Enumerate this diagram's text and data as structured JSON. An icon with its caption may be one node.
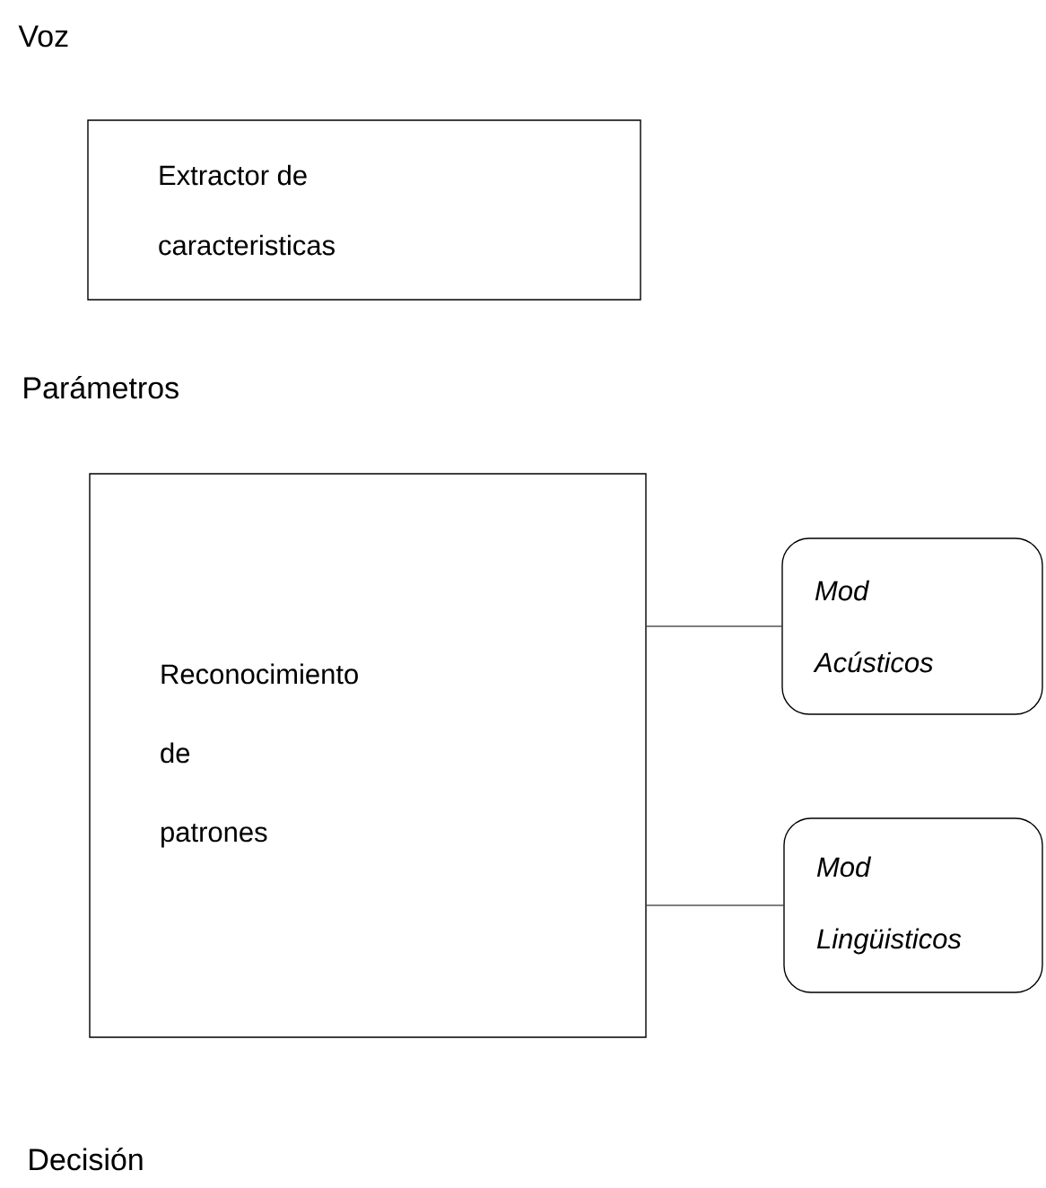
{
  "diagram": {
    "nodes": [
      {
        "text": [
          "Extractor de caracteristicas"
        ]
      },
      {
        "text": [
          "Reconocimiento de patrones"
        ]
      },
      {
        "text": [
          "Mod Acústicos"
        ]
      },
      {
        "text": [
          "Mod Lingüisticos"
        ]
      }
    ],
    "edges": [
      {
        "from": 1,
        "to": 2,
        "arrow": "none"
      },
      {
        "from": 1,
        "to": 3,
        "arrow": "none"
      }
    ],
    "labels": [
      "Voz",
      "Parámetros",
      "Decisión"
    ]
  }
}
